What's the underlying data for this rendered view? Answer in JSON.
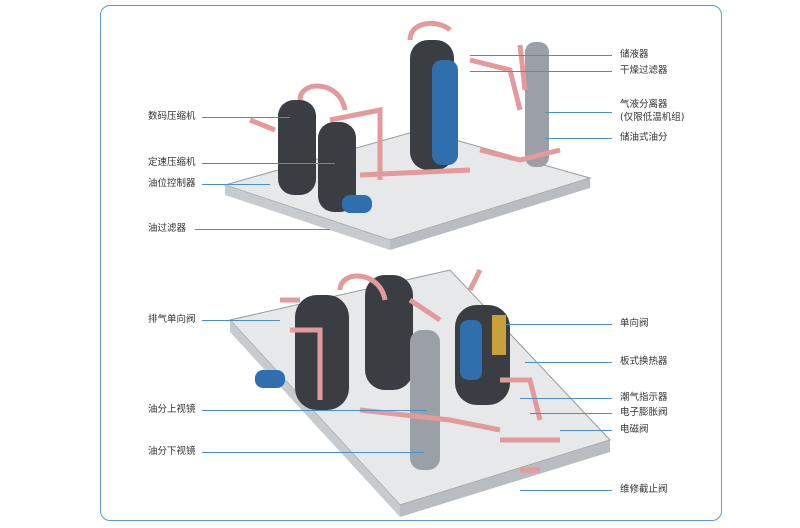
{
  "labels_left": [
    "数码压缩机",
    "定速压缩机",
    "油位控制器",
    "油过滤器",
    "排气单向阀",
    "油分上视镜",
    "油分下视镜"
  ],
  "labels_right": [
    "储液器",
    "干燥过滤器",
    "气液分离器",
    "(仅限低温机组)",
    "储油式油分",
    "单向阀",
    "板式换热器",
    "潮气指示器",
    "电子膨胀阀",
    "电磁阀",
    "维修截止阀"
  ]
}
